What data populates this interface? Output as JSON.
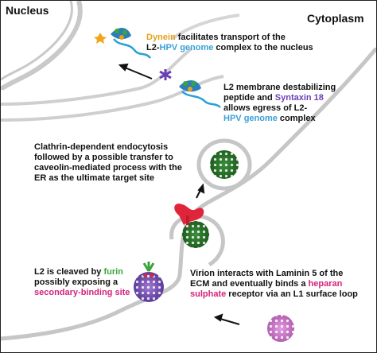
{
  "labels": {
    "nucleus": "Nucleus",
    "cytoplasm": "Cytoplasm"
  },
  "captions": {
    "dynein": {
      "term": "Dynein",
      "t1": " facilitates transport of the",
      "t2": "L2-",
      "hpv": "HPV",
      "t3": " ",
      "genome": "genome",
      "t4": " complex to the nucleus"
    },
    "syntaxin": {
      "t1": "L2 membrane destabilizing",
      "t2": "peptide and ",
      "term": "Syntaxin 18",
      "t3": "allows egress of L2-",
      "hpv": "HPV ",
      "genome": "genome",
      "t4": " complex"
    },
    "endocytosis": {
      "l1": "Clathrin-dependent endocytosis",
      "l2": "followed by a possible transfer to",
      "l3": "caveolin-mediated process with the",
      "l4": "ER as the ultimate target site"
    },
    "furin": {
      "t1": "L2 is cleaved by ",
      "term": "furin",
      "t2": "possibly exposing a",
      "site": "secondary-binding site"
    },
    "laminin": {
      "l1": "Virion interacts with Laminin 5 of the",
      "l2a": "ECM and eventually binds a ",
      "heparan": "heparan",
      "sulphate": "sulphate",
      "l3": " receptor via an L1 surface loop"
    }
  },
  "colors": {
    "dynein": "#e6a21a",
    "hpv_genome": "#3ba0d8",
    "syntaxin": "#6a3fb3",
    "heparan_sulphate": "#d4237a",
    "furin": "#3aa53a",
    "receptor": "#e0243a"
  }
}
